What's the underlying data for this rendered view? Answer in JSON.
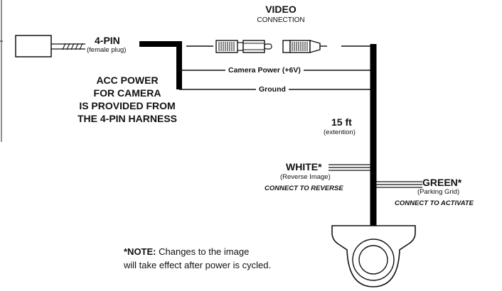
{
  "video": {
    "title": "VIDEO",
    "subtitle": "CONNECTION"
  },
  "plug": {
    "title": "4-PIN",
    "subtitle": "(female plug)"
  },
  "wires": {
    "camera_power": "Camera Power (+6V)",
    "ground": "Ground"
  },
  "acc_note": [
    "ACC POWER",
    "FOR CAMERA",
    "IS PROVIDED FROM",
    "THE 4-PIN HARNESS"
  ],
  "cable_length": {
    "value": "15 ft",
    "note": "(extention)"
  },
  "white_wire": {
    "title": "WHITE*",
    "subtitle": "(Reverse Image)",
    "instruction": "CONNECT TO REVERSE"
  },
  "green_wire": {
    "title": "GREEN*",
    "subtitle": "(Parking Grid)",
    "instruction": "CONNECT TO ACTIVATE"
  },
  "footnote": {
    "bold": "*NOTE:",
    "line1": " Changes to the image",
    "line2": "will take effect after power is cycled."
  }
}
